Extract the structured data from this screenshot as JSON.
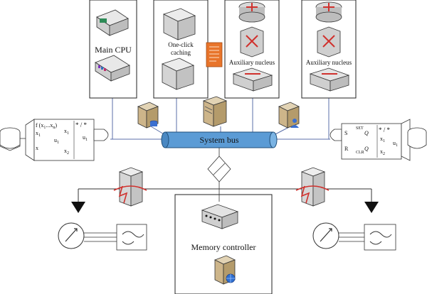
{
  "labels": {
    "main_cpu": "Main CPU",
    "one_click_caching_1": "One-click",
    "one_click_caching_2": "caching",
    "aux_nucleus_left": "Auxiliary nucleus",
    "aux_nucleus_right": "Auxiliary nucleus",
    "system_bus": "System bus",
    "memory_controller": "Memory controller"
  },
  "left_block": {
    "func": "f (x",
    "func_sub": "1",
    "func_mid": "...x",
    "func_sub2": "n",
    "func_end": ")",
    "x1": "x",
    "x1_sub": "1",
    "x": "x",
    "u1": "u",
    "u1_sub": "1",
    "x1b": "x",
    "x1b_sub": "1",
    "x2": "x",
    "x2_sub": "2",
    "star": "* / *",
    "out_u": "u",
    "out_u_sub": "1"
  },
  "right_block": {
    "set": "SET",
    "s": "S",
    "r": "R",
    "clr": "CLR",
    "q": "Q",
    "qbar": "Q",
    "x1": "x",
    "x1_sub": "1",
    "x2": "x",
    "x2_sub": "2",
    "star": "* / *",
    "out_u": "u",
    "out_u_sub": "1"
  },
  "colors": {
    "bus_fill": "#5b9bd5",
    "bus_stroke": "#1f4e79",
    "router_red": "#d0312d",
    "server_beige": "#cdb58a",
    "doc_orange": "#e8742a",
    "line_blue": "#5b6fa8"
  }
}
